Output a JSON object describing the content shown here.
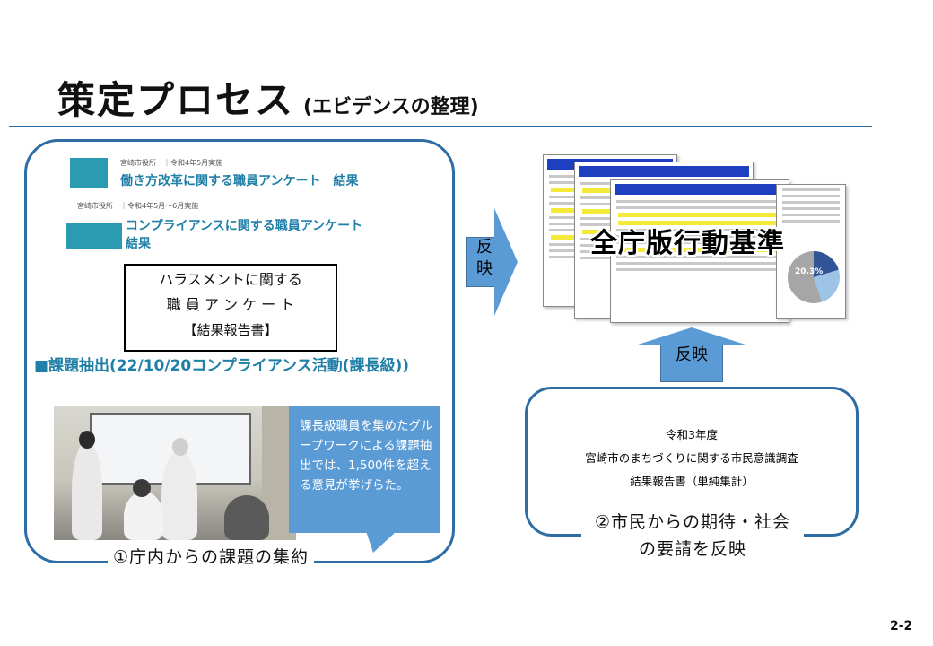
{
  "header": {
    "title": "策定プロセス",
    "subtitle": "(エビデンスの整理)"
  },
  "left_panel": {
    "doc1_meta": "宮崎市役所　｜令和4年5月実施",
    "doc1_title": "働き方改革に関する職員アンケート　結果",
    "doc2_meta": "宮崎市役所　｜令和4年5月～6月実施",
    "doc2_title_line1": "コンプライアンスに関する職員アンケート",
    "doc2_title_line2": "結果",
    "report_line1": "ハラスメントに関する",
    "report_line2": "職 員 ア ン ケ ー ト",
    "report_line3": "【結果報告書】",
    "heading": "■課題抽出(22/10/20コンプライアンス活動(課長級))",
    "callout": "課長級職員を集めたグループワークによる課題抽出では、1,500件を超える意見が挙げらた。",
    "caption": "①庁内からの課題の集約"
  },
  "arrows": {
    "right_label": "反映",
    "up_label": "反映"
  },
  "guideline": {
    "title": "全庁版行動基準",
    "pie_value": "20.3%"
  },
  "right_panel": {
    "survey_line1": "令和3年度",
    "survey_line2": "宮崎市のまちづくりに関する市民意識調査",
    "survey_line3": "結果報告書（単純集計）",
    "caption": "②市民からの期待・社会の要請を反映"
  },
  "footer": {
    "page_number": "2-2"
  },
  "colors": {
    "accent_blue": "#2e6da4",
    "callout_blue": "#5b9bd5",
    "teal": "#2a9bb0"
  }
}
